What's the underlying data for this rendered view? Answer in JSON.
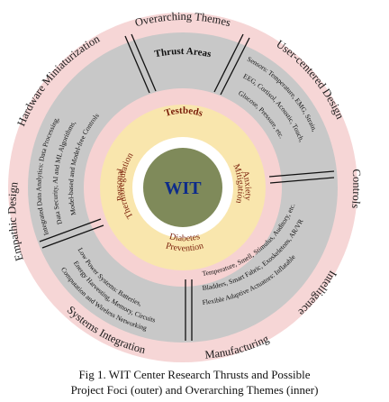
{
  "center": {
    "label": "WIT",
    "color": "#7f8a5a"
  },
  "ring_colors": {
    "outer_ring": "#f6d6d6",
    "gray_ring": "#c8c8c8",
    "pink_ring": "#f6d2d2",
    "testbed_ring": "#f9e6ad"
  },
  "overarching_themes": [
    "Overarching Themes",
    "User-centered Design",
    "Controls",
    "Intelligence",
    "Manufacturing",
    "Systems Integration",
    "Empathic Design",
    "Hardware Miniaturization"
  ],
  "thrust_header": "Thrust Areas",
  "thrust_areas": [
    {
      "title": "Sensors",
      "lines": [
        "Sensors: Temperature, EMG, Strain,",
        "EEG, Cortisol, Acoustic, Touch,",
        "Glucose, Pressure, etc."
      ]
    },
    {
      "title": "Flexible Adaptive Actuators",
      "lines": [
        "Flexible Adaptive Actuators: Inflatable",
        "Bladders, Smart Fabric, Exoskeletons, AR/VR",
        "Temperature, Smell, Stimulus, Auditory, etc."
      ]
    },
    {
      "title": "Low Power Systems",
      "lines": [
        "Low Power Systems: Batteries,",
        "Energy Harvesting, Memory, Circuits",
        "Computation and Wireless Networking"
      ]
    },
    {
      "title": "Integrated Data Analytics",
      "lines": [
        "Integrated Data Analytics: Data Processing,",
        "Data Security, AI and ML Algorithms,",
        "Model-based and Model-free Controls"
      ]
    }
  ],
  "testbeds_title": "Testbeds",
  "testbeds": [
    "Anxiety",
    "Mitigation",
    "Diabetes",
    "Prevention",
    "Personal",
    "Thermoregulation"
  ],
  "caption": {
    "line1": "Fig 1. WIT Center Research Thrusts and Possible",
    "line2": "Project Foci (outer) and Overarching Themes (inner)"
  }
}
